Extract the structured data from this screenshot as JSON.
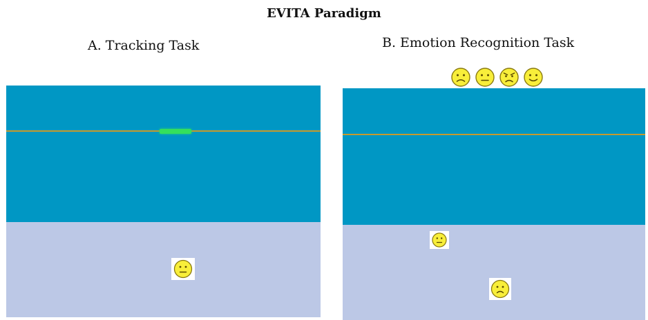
{
  "title": "EVITA Paradigm",
  "panels": {
    "a": {
      "title": "A. Tracking Task"
    },
    "b": {
      "title": "B. Emotion Recognition Task"
    }
  },
  "colors": {
    "tracking_area": "#0097C4",
    "face_area": "#BCC8E6",
    "track_line": "#C79A2C",
    "cursor": "#34E05C",
    "face_fill": "#F8EE3A",
    "face_outline": "#8A7A10",
    "face_features": "#5A4A00"
  },
  "icons": {
    "options": [
      "sad-face-icon",
      "neutral-face-icon",
      "angry-face-icon",
      "happy-face-icon"
    ],
    "panel_a_face": "neutral-face-icon",
    "panel_b_faces": [
      "neutral-face-icon",
      "sad-face-icon"
    ]
  }
}
